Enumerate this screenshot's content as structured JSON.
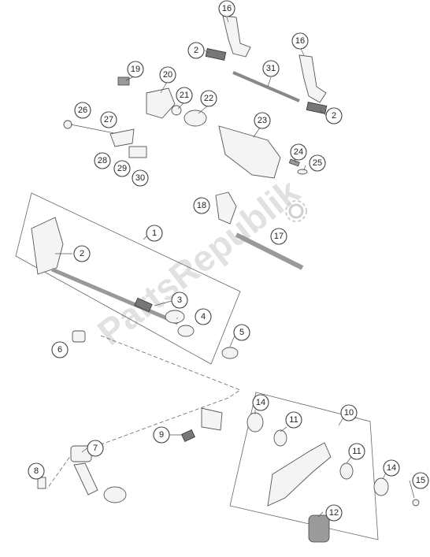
{
  "watermark": {
    "text": "PartsRepublik",
    "icon": "gear-icon"
  },
  "callouts": [
    "16",
    "2",
    "16",
    "31",
    "19",
    "20",
    "21",
    "22",
    "2",
    "26",
    "27",
    "23",
    "24",
    "25",
    "28",
    "29",
    "30",
    "18",
    "1",
    "17",
    "2",
    "3",
    "4",
    "5",
    "6",
    "14",
    "11",
    "10",
    "9",
    "7",
    "11",
    "8",
    "14",
    "15",
    "12"
  ],
  "colors": {
    "line": "#555555",
    "watermark": "#d8d8d8",
    "background": "#ffffff"
  }
}
